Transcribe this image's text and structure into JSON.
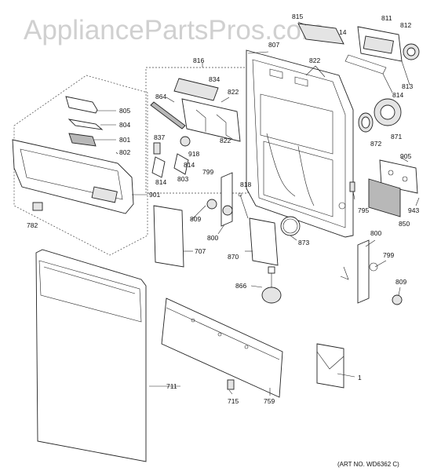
{
  "watermark": "AppliancePartsPros.com",
  "art_number": "(ART NO. WD6362 C)",
  "labels": {
    "l805": "805",
    "l804": "804",
    "l801": "801",
    "l802": "802",
    "l901": "901",
    "l782": "782",
    "l816": "816",
    "l834": "834",
    "l864": "864",
    "l822a": "822",
    "l822b": "822",
    "l837": "837",
    "l918": "918",
    "l814a": "814",
    "l803": "803",
    "l814b": "814",
    "l807": "807",
    "l815": "815",
    "l14": "14",
    "l822c": "822",
    "l811": "811",
    "l812": "812",
    "l813": "813",
    "l814c": "814",
    "l871": "871",
    "l872": "872",
    "l905": "905",
    "l795": "795",
    "l943": "943",
    "l850": "850",
    "l799a": "799",
    "l818": "818",
    "l809a": "809",
    "l800a": "800",
    "l873": "873",
    "l870": "870",
    "l707": "707",
    "l866": "866",
    "l800b": "800",
    "l799b": "799",
    "l809b": "809",
    "l711": "711",
    "l715": "715",
    "l759": "759",
    "l1": "1"
  }
}
